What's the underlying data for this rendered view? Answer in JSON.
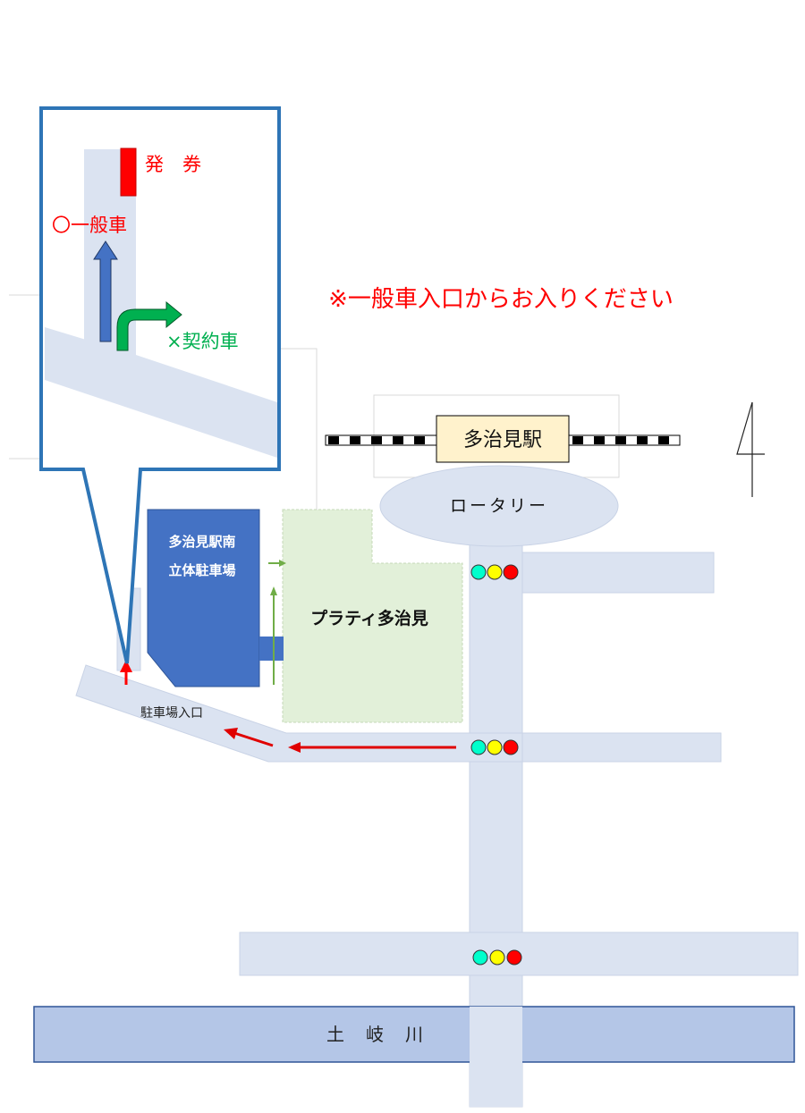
{
  "colors": {
    "road": "#dbe3f1",
    "road_edge": "#c9d3e6",
    "river_fill": "#b4c6e7",
    "river_stroke": "#2f5597",
    "parking_building": "#4472c4",
    "mall_fill": "#e2f0d9",
    "callout_border": "#2e75b6",
    "ticket_red": "#ff0000",
    "general_arrow": "#4472c4",
    "contract_arrow": "#00b050",
    "red_text": "#ff0000",
    "green_text": "#00b050",
    "station_fill": "#fff2cc",
    "signal_green": "#00ffcc",
    "signal_yellow": "#ffff00",
    "signal_red": "#ff0000"
  },
  "notice": "※一般車入口からお入りください",
  "callout": {
    "ticket_label": "発　券",
    "general_label": "〇一般車",
    "contract_label": "×契約車"
  },
  "station": {
    "name": "多治見駅"
  },
  "rotary": {
    "label": "ロータリー"
  },
  "parking": {
    "line1": "多治見駅南",
    "line2": "立体駐車場"
  },
  "mall": {
    "name": "プラティ多治見"
  },
  "entrance": {
    "label": "駐車場入口"
  },
  "river": {
    "name": "土　岐　川"
  },
  "north_symbol": "north-arrow-icon",
  "signals": {
    "count": 3,
    "lamps": [
      "green",
      "yellow",
      "red"
    ]
  }
}
